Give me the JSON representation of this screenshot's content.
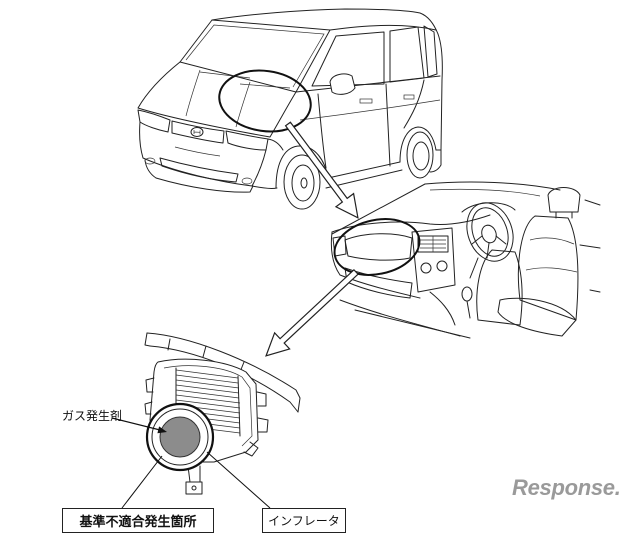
{
  "callouts": {
    "gas_generant": "ガス発生剤",
    "nonconformity_location": "基準不適合発生箇所",
    "inflator": "インフレータ"
  },
  "watermark": "Response.",
  "colors": {
    "line": "#222222",
    "gas_generant_fill": "#8c8c8c",
    "watermark": "#9a9a9a"
  }
}
